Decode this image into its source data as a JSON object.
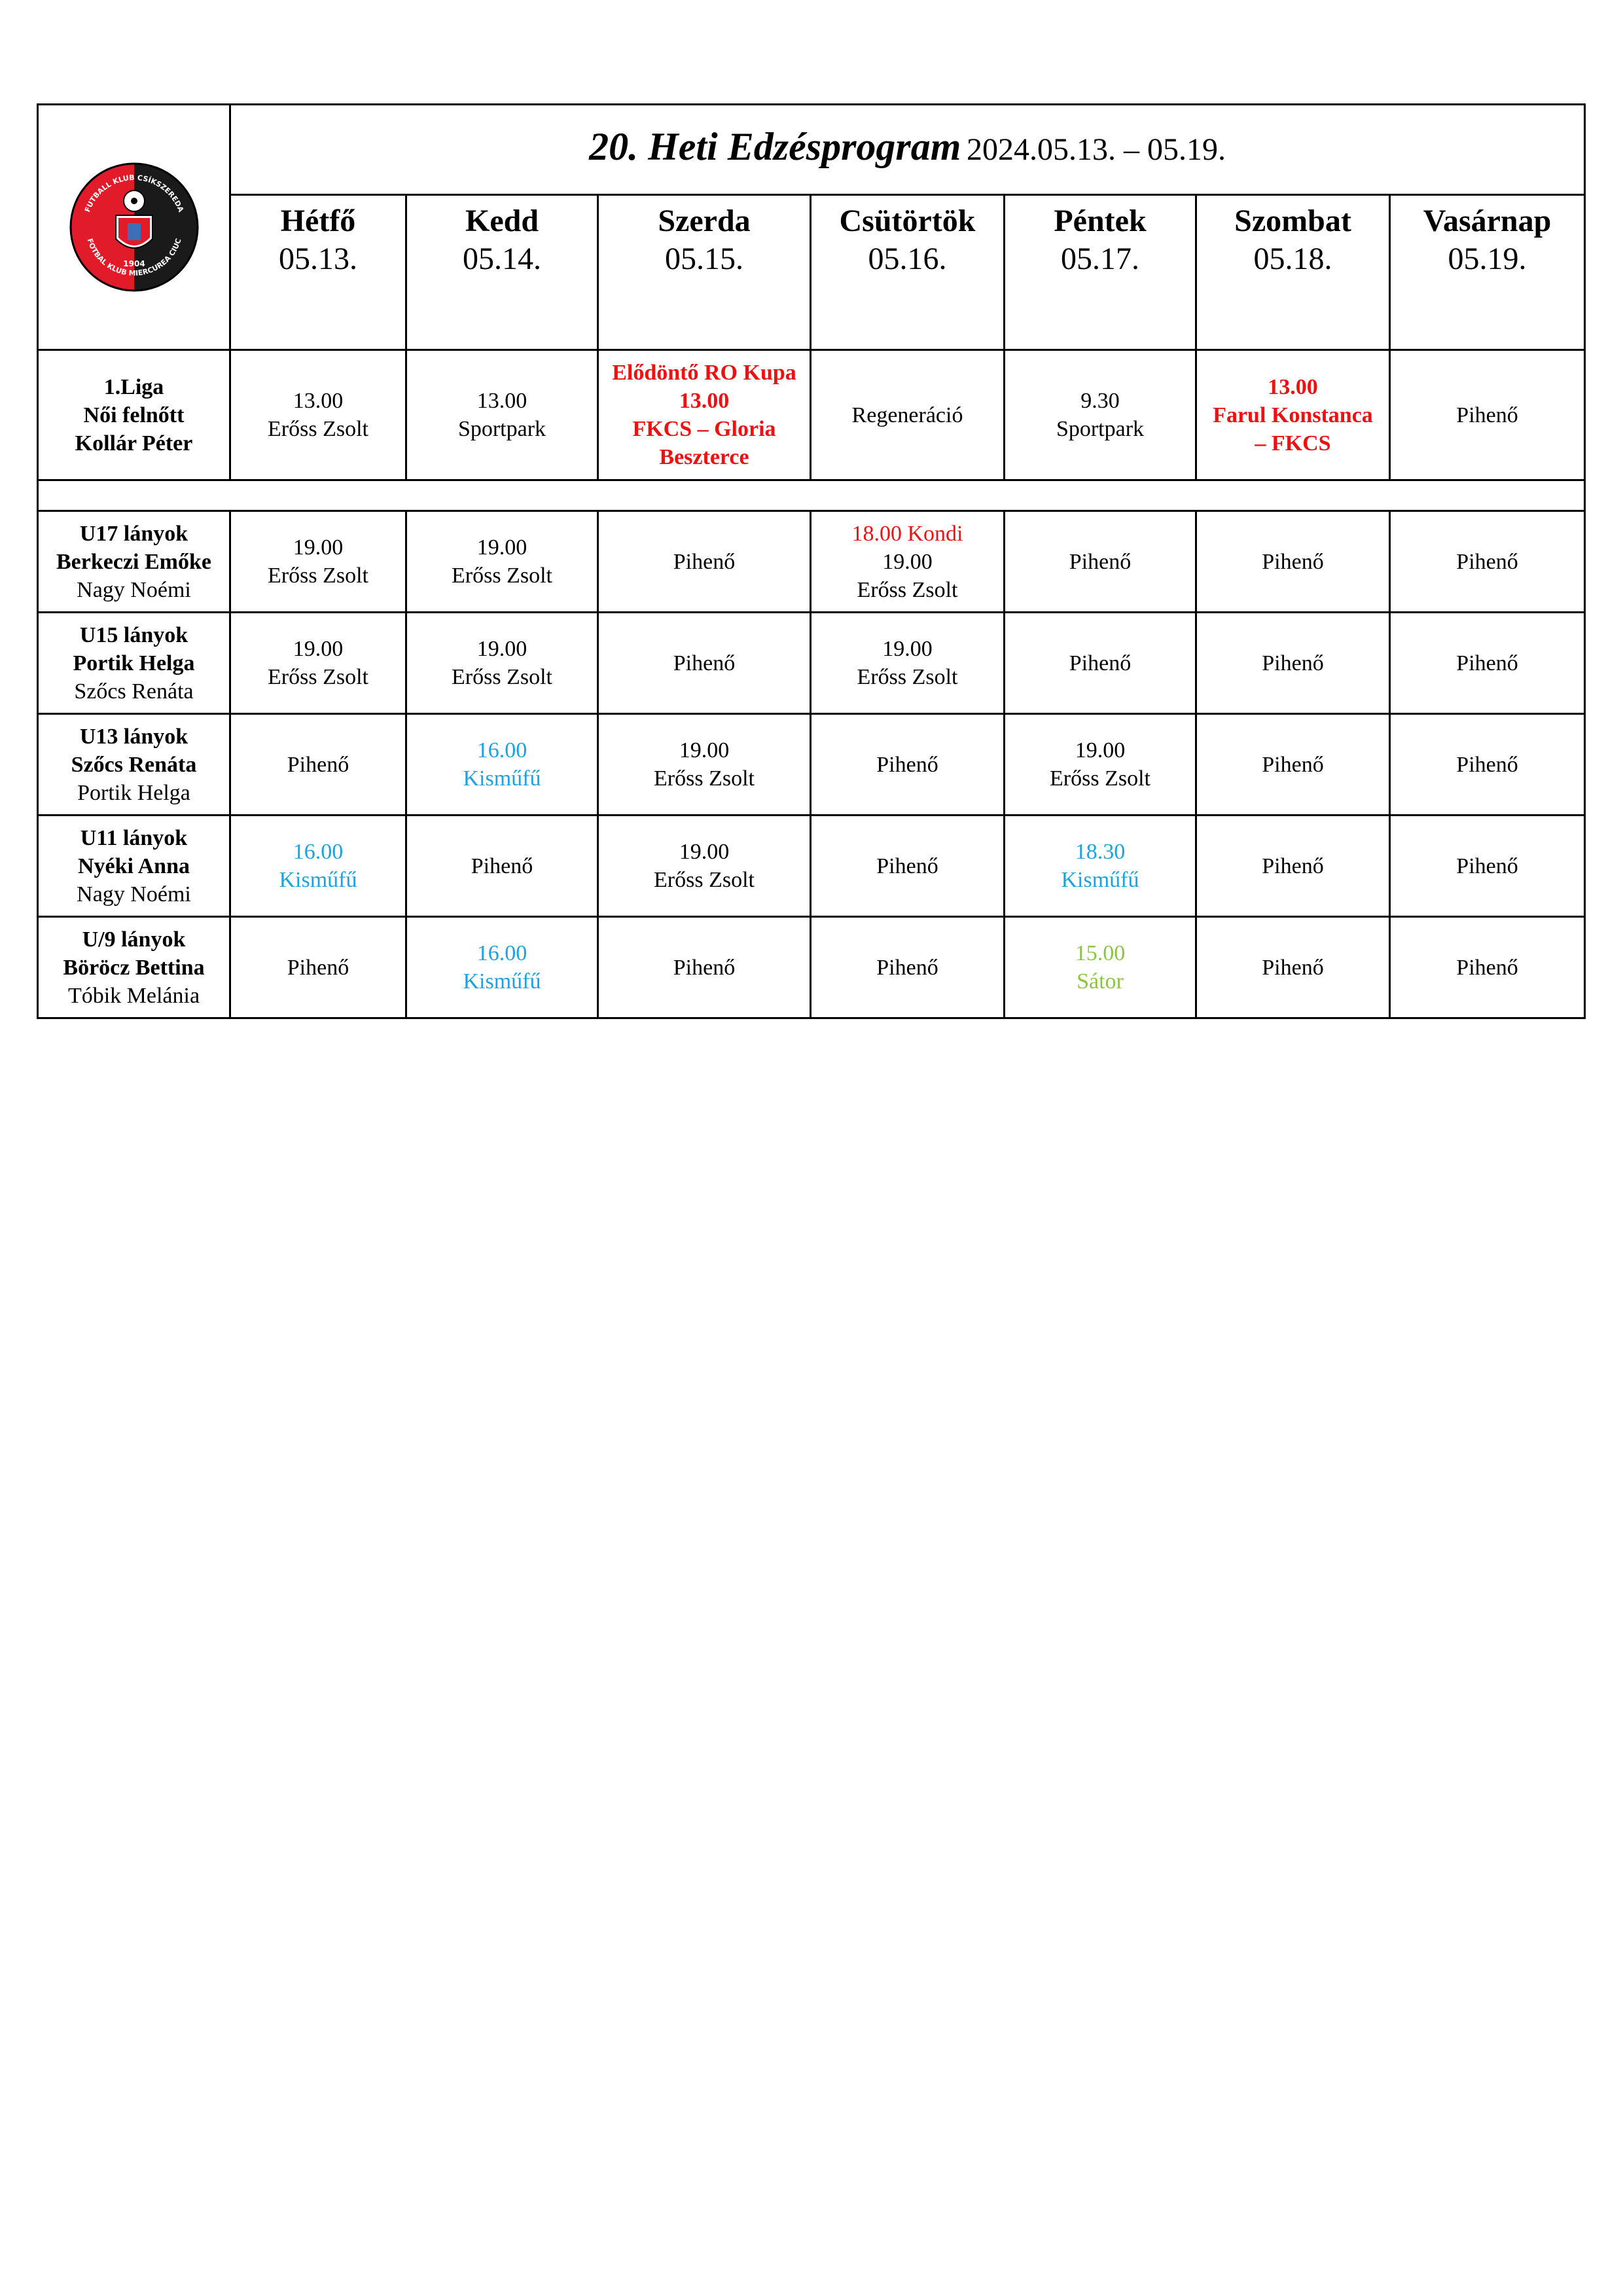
{
  "title": {
    "main": "20. Heti Edzésprogram",
    "range": "2024.05.13. – 05.19."
  },
  "logo": {
    "top_text": "FUTBALL KLUB CSÍKSZEREDA",
    "bottom_text": "FOTBAL KLUB MIERCUREA CIUC",
    "year": "1904"
  },
  "days": [
    {
      "name": "Hétfő",
      "date": "05.13."
    },
    {
      "name": "Kedd",
      "date": "05.14."
    },
    {
      "name": "Szerda",
      "date": "05.15."
    },
    {
      "name": "Csütörtök",
      "date": "05.16."
    },
    {
      "name": "Péntek",
      "date": "05.17."
    },
    {
      "name": "Szombat",
      "date": "05.18."
    },
    {
      "name": "Vasárnap",
      "date": "05.19."
    }
  ],
  "teams": [
    {
      "label": [
        {
          "text": "1.Liga",
          "bold": true
        },
        {
          "text": "Női felnőtt",
          "bold": true
        },
        {
          "text": "Kollár Péter",
          "bold": true
        }
      ],
      "cells": [
        [
          {
            "text": "13.00"
          },
          {
            "text": "Erőss Zsolt"
          }
        ],
        [
          {
            "text": "13.00"
          },
          {
            "text": "Sportpark"
          }
        ],
        [
          {
            "text": "Elődöntő RO Kupa",
            "color": "red",
            "bold": true
          },
          {
            "text": "13.00",
            "color": "red",
            "bold": true
          },
          {
            "text": "FKCS – Gloria",
            "color": "red",
            "bold": true
          },
          {
            "text": "Beszterce",
            "color": "red",
            "bold": true
          }
        ],
        [
          {
            "text": "Regeneráció"
          }
        ],
        [
          {
            "text": "9.30"
          },
          {
            "text": "Sportpark"
          }
        ],
        [
          {
            "text": "13.00",
            "color": "red",
            "bold": true
          },
          {
            "text": "Farul Konstanca",
            "color": "red",
            "bold": true
          },
          {
            "text": "– FKCS",
            "color": "red",
            "bold": true
          }
        ],
        [
          {
            "text": "Pihenő"
          }
        ]
      ]
    },
    {
      "label": [
        {
          "text": "U17 lányok",
          "bold": true
        },
        {
          "text": "Berkeczi Emőke",
          "bold": true
        },
        {
          "text": "Nagy Noémi"
        }
      ],
      "cells": [
        [
          {
            "text": "19.00"
          },
          {
            "text": "Erőss Zsolt"
          }
        ],
        [
          {
            "text": "19.00"
          },
          {
            "text": "Erőss Zsolt"
          }
        ],
        [
          {
            "text": "Pihenő"
          }
        ],
        [
          {
            "text": "18.00 Kondi",
            "color": "red"
          },
          {
            "text": "19.00"
          },
          {
            "text": "Erőss Zsolt"
          }
        ],
        [
          {
            "text": "Pihenő"
          }
        ],
        [
          {
            "text": "Pihenő"
          }
        ],
        [
          {
            "text": "Pihenő"
          }
        ]
      ]
    },
    {
      "label": [
        {
          "text": "U15 lányok",
          "bold": true
        },
        {
          "text": "Portik Helga",
          "bold": true
        },
        {
          "text": "Szőcs Renáta"
        }
      ],
      "cells": [
        [
          {
            "text": "19.00"
          },
          {
            "text": "Erőss Zsolt"
          }
        ],
        [
          {
            "text": "19.00"
          },
          {
            "text": "Erőss Zsolt"
          }
        ],
        [
          {
            "text": "Pihenő"
          }
        ],
        [
          {
            "text": "19.00"
          },
          {
            "text": "Erőss Zsolt"
          }
        ],
        [
          {
            "text": "Pihenő"
          }
        ],
        [
          {
            "text": "Pihenő"
          }
        ],
        [
          {
            "text": "Pihenő"
          }
        ]
      ]
    },
    {
      "label": [
        {
          "text": "U13 lányok",
          "bold": true
        },
        {
          "text": "Szőcs Renáta",
          "bold": true
        },
        {
          "text": "Portik Helga"
        }
      ],
      "cells": [
        [
          {
            "text": "Pihenő"
          }
        ],
        [
          {
            "text": "16.00",
            "color": "blue"
          },
          {
            "text": "Kisműfű",
            "color": "blue"
          }
        ],
        [
          {
            "text": "19.00"
          },
          {
            "text": "Erőss Zsolt"
          }
        ],
        [
          {
            "text": "Pihenő"
          }
        ],
        [
          {
            "text": "19.00"
          },
          {
            "text": "Erőss Zsolt"
          }
        ],
        [
          {
            "text": "Pihenő"
          }
        ],
        [
          {
            "text": "Pihenő"
          }
        ]
      ]
    },
    {
      "label": [
        {
          "text": "U11 lányok",
          "bold": true
        },
        {
          "text": "Nyéki Anna",
          "bold": true
        },
        {
          "text": "Nagy Noémi"
        }
      ],
      "cells": [
        [
          {
            "text": "16.00",
            "color": "blue"
          },
          {
            "text": "Kisműfű",
            "color": "blue"
          }
        ],
        [
          {
            "text": "Pihenő"
          }
        ],
        [
          {
            "text": "19.00"
          },
          {
            "text": "Erőss Zsolt"
          }
        ],
        [
          {
            "text": "Pihenő"
          }
        ],
        [
          {
            "text": "18.30",
            "color": "blue"
          },
          {
            "text": "Kisműfű",
            "color": "blue"
          }
        ],
        [
          {
            "text": "Pihenő"
          }
        ],
        [
          {
            "text": "Pihenő"
          }
        ]
      ]
    },
    {
      "label": [
        {
          "text": "U/9 lányok",
          "bold": true
        },
        {
          "text": "Böröcz Bettina",
          "bold": true
        },
        {
          "text": "Tóbik Melánia"
        }
      ],
      "cells": [
        [
          {
            "text": "Pihenő"
          }
        ],
        [
          {
            "text": "16.00",
            "color": "blue"
          },
          {
            "text": "Kisműfű",
            "color": "blue"
          }
        ],
        [
          {
            "text": "Pihenő"
          }
        ],
        [
          {
            "text": "Pihenő"
          }
        ],
        [
          {
            "text": "15.00",
            "color": "green"
          },
          {
            "text": "Sátor",
            "color": "green"
          }
        ],
        [
          {
            "text": "Pihenő"
          }
        ],
        [
          {
            "text": "Pihenő"
          }
        ]
      ]
    }
  ],
  "colors": {
    "red": "#ee1111",
    "blue": "#1aa3e0",
    "green": "#8cc63f",
    "logo_red": "#e21b2a",
    "logo_black": "#1a1a1a"
  }
}
